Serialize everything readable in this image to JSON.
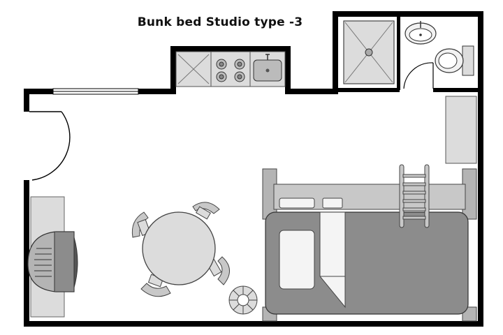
{
  "plan": {
    "title": "Bunk bed Studio type -3"
  },
  "colors": {
    "wall": "#000000",
    "furniture_fill": "#dcdcdc",
    "furniture_dark": "#8c8c8c",
    "furniture_mid": "#b4b4b4",
    "line": "#444444",
    "floor": "#ffffff"
  },
  "fixtures": [
    {
      "name": "kitchen-counter",
      "icon": "counter-icon"
    },
    {
      "name": "cooktop",
      "icon": "stove-burners-icon"
    },
    {
      "name": "kitchen-sink",
      "icon": "sink-icon"
    },
    {
      "name": "shower",
      "icon": "shower-tray-icon"
    },
    {
      "name": "bathroom-basin",
      "icon": "basin-icon"
    },
    {
      "name": "toilet",
      "icon": "toilet-icon"
    },
    {
      "name": "entry-door",
      "icon": "door-swing-icon"
    },
    {
      "name": "window",
      "icon": "window-icon"
    },
    {
      "name": "bunk-bed",
      "icon": "bunk-bed-icon"
    },
    {
      "name": "ladder",
      "icon": "ladder-icon"
    },
    {
      "name": "dining-table",
      "icon": "round-table-icon"
    },
    {
      "name": "chairs",
      "icon": "chair-icon"
    },
    {
      "name": "tv-unit",
      "icon": "tv-icon"
    },
    {
      "name": "wardrobe",
      "icon": "cabinet-icon"
    },
    {
      "name": "stool",
      "icon": "stool-icon"
    }
  ]
}
